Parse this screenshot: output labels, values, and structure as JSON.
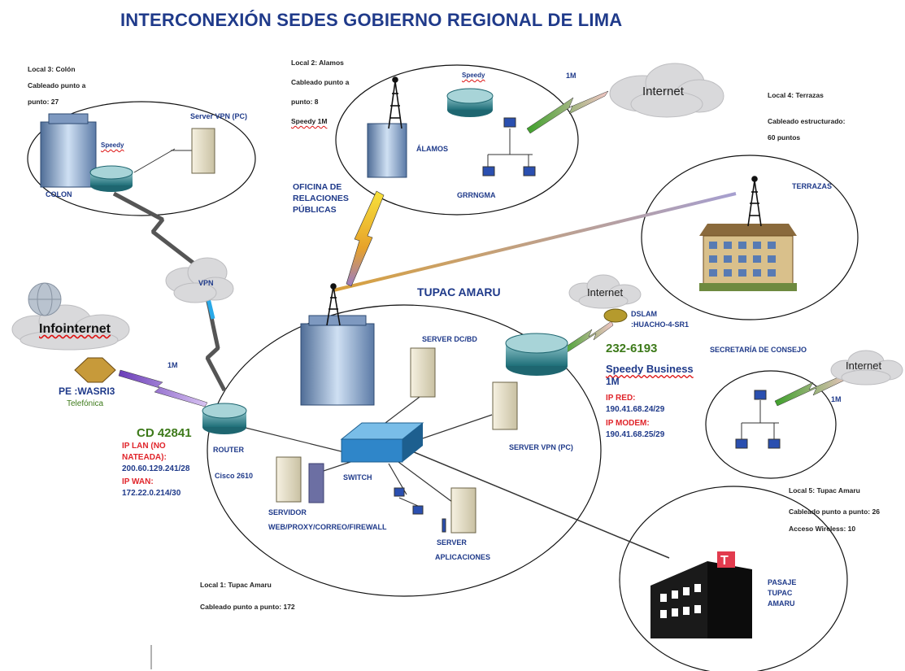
{
  "title": "INTERCONEXIÓN SEDES GOBIERNO REGIONAL DE LIMA",
  "local3": {
    "line1": "Local 3: Colón",
    "line2": "Cableado    punto    a",
    "line3": "punto: 27",
    "site_label": "COLON",
    "speedy": "Speedy",
    "server_label": "Server VPN (PC)"
  },
  "local2": {
    "line1": "Local 2: Alamos",
    "line2": "Cableado    punto    a",
    "line3": "punto: 8",
    "line4": "Speedy 1M",
    "site_label": "ÁLAMOS",
    "speedy": "Speedy",
    "group_label": "GRRNGMA",
    "link_label": "1M"
  },
  "local4": {
    "line1": "Local 4: Terrazas",
    "line2": "Cableado    estructurado:",
    "line3": "60 puntos",
    "site_label": "TERRAZAS"
  },
  "oficina": {
    "line1": "OFICINA DE",
    "line2": "RELACIONES",
    "line3": "PÚBLICAS"
  },
  "internet_label": "Internet",
  "vpn_label": "VPN",
  "infointernet": {
    "label": "Infointernet",
    "link_label": "1M",
    "pe_label": "PE :WASRI3",
    "carrier": "Telefónica"
  },
  "tupac": {
    "title": "TUPAC AMARU",
    "server_dc": "SERVER DC/BD",
    "server_vpn": "SERVER VPN (PC)",
    "switch_label": "SWITCH",
    "router_label": "ROUTER",
    "router_model": "Cisco 2610",
    "servidor1": "SERVIDOR",
    "servidor2": "WEB/PROXY/CORREO/FIREWALL",
    "app1": "SERVER",
    "app2": "APLICACIONES"
  },
  "router_info": {
    "cd": "CD 42841",
    "lan1": "IP LAN (NO",
    "lan2": "NATEADA):",
    "lan_ip": "200.60.129.241/28",
    "wan": "IP WAN:",
    "wan_ip": "172.22.0.214/30"
  },
  "dslam": {
    "line1": "DSLAM",
    "line2": ":HUACHO-4-SR1",
    "phone": "232-6193",
    "plan": "Speedy Business",
    "speed": "1M",
    "ip_red_label": "IP RED:",
    "ip_red": "190.41.68.24/29",
    "ip_modem_label": "IP MODEM:",
    "ip_modem": "190.41.68.25/29"
  },
  "secretaria": {
    "label": "SECRETARÍA DE CONSEJO",
    "link_label": "1M"
  },
  "local5": {
    "line1": "Local 5: Tupac Amaru",
    "line2": "Cableado punto a punto: 26",
    "line3": "Acceso Wireless: 10"
  },
  "local1": {
    "line1": "Local 1: Tupac Amaru",
    "line2": "Cableado punto a punto: 172"
  },
  "pasaje": {
    "line1": "PASAJE",
    "line2": "TUPAC",
    "line3": "AMARU"
  },
  "colors": {
    "title": "#1f3a8a",
    "router": "#2e8b94",
    "red_text": "#e0242a",
    "green_text": "#3d7a1a",
    "switch": "#2f86c9"
  }
}
